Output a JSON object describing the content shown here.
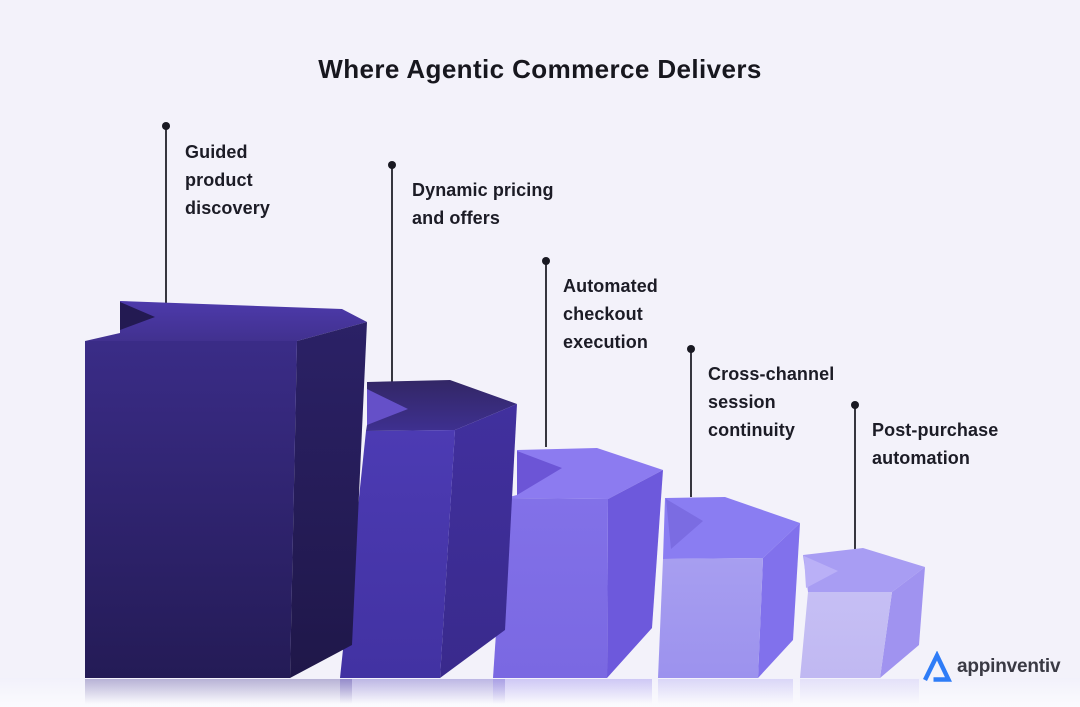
{
  "title": "Where Agentic Commerce Delivers",
  "callouts": [
    {
      "lines": [
        "Guided",
        "product",
        "discovery"
      ]
    },
    {
      "lines": [
        "Dynamic pricing",
        "and offers"
      ]
    },
    {
      "lines": [
        "Automated",
        "checkout",
        "execution"
      ]
    },
    {
      "lines": [
        "Cross-channel",
        "session",
        "continuity"
      ]
    },
    {
      "lines": [
        "Post-purchase",
        "automation"
      ]
    }
  ],
  "blocks": [
    {
      "name": "guided-product-discovery",
      "colors": {
        "top": "#4D3AAB",
        "top2": "#41318F",
        "notch": "#231A52",
        "front": "#3A2C87",
        "front2": "#241B56",
        "side": "#2B2166",
        "side2": "#1F1749"
      }
    },
    {
      "name": "dynamic-pricing-and-offers",
      "colors": {
        "top": "#332767",
        "top2": "#3E3090",
        "notch": "#6550C8",
        "front": "#4C3BB3",
        "front2": "#4232A2",
        "side": "#41309E",
        "side2": "#392A8C"
      }
    },
    {
      "name": "automated-checkout-execution",
      "colors": {
        "top": "#8C7BF0",
        "top2": "#8C7BF0",
        "notch": "#6C55D6",
        "front": "#8271E8",
        "front2": "#7A68E2",
        "side": "#6D59DC",
        "side2": "#6D59DC"
      }
    },
    {
      "name": "cross-channel-session-continuity",
      "colors": {
        "top": "#8A7DF2",
        "top2": "#8A7DF2",
        "notch": "#7B6CE2",
        "front": "#A79EF0",
        "front2": "#9C92EE",
        "side": "#8171EC",
        "side2": "#8171EC"
      }
    },
    {
      "name": "post-purchase-automation",
      "colors": {
        "top": "#A89DF3",
        "top2": "#A89DF3",
        "notch": "#BAB0F7",
        "front": "#C6BFF4",
        "front2": "#C0B8F2",
        "side": "#A093F0",
        "side2": "#A093F0"
      }
    }
  ],
  "brand": {
    "logo_text": "appinventiv",
    "logo_color": "#2E7CF7",
    "text_color": "#3A3A44"
  },
  "colors": {
    "background": "#F3F2FA",
    "title": "#17171E",
    "label": "#1C1C26",
    "line": "#20202A",
    "dot": "#191922"
  }
}
